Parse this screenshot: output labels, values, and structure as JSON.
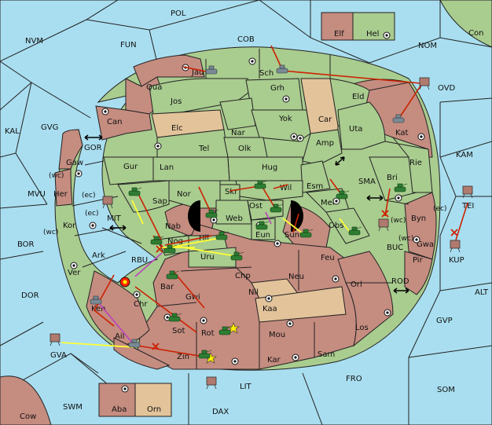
{
  "map": {
    "seas": [
      {
        "id": "POL",
        "label": "POL"
      },
      {
        "id": "NVM",
        "label": "NVM"
      },
      {
        "id": "FUN",
        "label": "FUN"
      },
      {
        "id": "COB",
        "label": "COB"
      },
      {
        "id": "NOM",
        "label": "NOM"
      },
      {
        "id": "KAL",
        "label": "KAL"
      },
      {
        "id": "GVG",
        "label": "GVG"
      },
      {
        "id": "MVU",
        "label": "MVU"
      },
      {
        "id": "BOR",
        "label": "BOR"
      },
      {
        "id": "DOR",
        "label": "DOR"
      },
      {
        "id": "GVA",
        "label": "GVA"
      },
      {
        "id": "SWM",
        "label": "SWM"
      },
      {
        "id": "DAX",
        "label": "DAX"
      },
      {
        "id": "LIT",
        "label": "LIT"
      },
      {
        "id": "FRO",
        "label": "FRO"
      },
      {
        "id": "SOM",
        "label": "SOM"
      },
      {
        "id": "GVP",
        "label": "GVP"
      },
      {
        "id": "ALT",
        "label": "ALT"
      },
      {
        "id": "KAM",
        "label": "KAM"
      },
      {
        "id": "OVD",
        "label": "OVD"
      },
      {
        "id": "KUP",
        "label": "KUP"
      },
      {
        "id": "TEI",
        "label": "TEI"
      },
      {
        "id": "GOR",
        "label": "GOR"
      },
      {
        "id": "MIT",
        "label": "MIT"
      },
      {
        "id": "RBU",
        "label": "RBU"
      },
      {
        "id": "SMA",
        "label": "SMA"
      },
      {
        "id": "BUC",
        "label": "BUC"
      },
      {
        "id": "ROD",
        "label": "ROD"
      }
    ],
    "corner_lands": [
      {
        "id": "Con",
        "label": "Con"
      },
      {
        "id": "Cow",
        "label": "Cow"
      }
    ],
    "inset_top": [
      {
        "id": "Elf",
        "label": "Elf"
      },
      {
        "id": "Hel",
        "label": "Hel"
      }
    ],
    "inset_bottom": [
      {
        "id": "Aba",
        "label": "Aba"
      },
      {
        "id": "Orn",
        "label": "Orn"
      }
    ],
    "provinces": [
      {
        "id": "Jad",
        "label": "Jad"
      },
      {
        "id": "Sch",
        "label": "Sch"
      },
      {
        "id": "Qua",
        "label": "Qua"
      },
      {
        "id": "Jos",
        "label": "Jos"
      },
      {
        "id": "Grh",
        "label": "Grh"
      },
      {
        "id": "Eld",
        "label": "Eld"
      },
      {
        "id": "Can",
        "label": "Can"
      },
      {
        "id": "Elc",
        "label": "Elc"
      },
      {
        "id": "Nar",
        "label": "Nar"
      },
      {
        "id": "Yok",
        "label": "Yok"
      },
      {
        "id": "Car",
        "label": "Car"
      },
      {
        "id": "Uta",
        "label": "Uta"
      },
      {
        "id": "Kat",
        "label": "Kat"
      },
      {
        "id": "Tel",
        "label": "Tel"
      },
      {
        "id": "Olk",
        "label": "Olk"
      },
      {
        "id": "Amp",
        "label": "Amp"
      },
      {
        "id": "Gaw",
        "label": "Gaw"
      },
      {
        "id": "Gur",
        "label": "Gur"
      },
      {
        "id": "Lan",
        "label": "Lan"
      },
      {
        "id": "Hug",
        "label": "Hug"
      },
      {
        "id": "Rie",
        "label": "Rie"
      },
      {
        "id": "Her",
        "label": "Her"
      },
      {
        "id": "Bri",
        "label": "Bri"
      },
      {
        "id": "Esm",
        "label": "Esm"
      },
      {
        "id": "Wil",
        "label": "Wil"
      },
      {
        "id": "Skr",
        "label": "Skr"
      },
      {
        "id": "Nor",
        "label": "Nor"
      },
      {
        "id": "Sap",
        "label": "Sap"
      },
      {
        "id": "Web",
        "label": "Web"
      },
      {
        "id": "Ost",
        "label": "Ost"
      },
      {
        "id": "Mel",
        "label": "Mel"
      },
      {
        "id": "Byn",
        "label": "Byn"
      },
      {
        "id": "Kor",
        "label": "Kor"
      },
      {
        "id": "Nab",
        "label": "Nab"
      },
      {
        "id": "Hil",
        "label": "Hil"
      },
      {
        "id": "Eun",
        "label": "Eun"
      },
      {
        "id": "Sun",
        "label": "Sun"
      },
      {
        "id": "Obs",
        "label": "Obs"
      },
      {
        "id": "Gwa",
        "label": "Gwa"
      },
      {
        "id": "Ark",
        "label": "Ark"
      },
      {
        "id": "Nog",
        "label": "Nog"
      },
      {
        "id": "Uru",
        "label": "Uru"
      },
      {
        "id": "Feu",
        "label": "Feu"
      },
      {
        "id": "Pir",
        "label": "Pir"
      },
      {
        "id": "Ver",
        "label": "Ver"
      },
      {
        "id": "Chp",
        "label": "Chp"
      },
      {
        "id": "Neu",
        "label": "Neu"
      },
      {
        "id": "Orl",
        "label": "Orl"
      },
      {
        "id": "Bar",
        "label": "Bar"
      },
      {
        "id": "Nil",
        "label": "Nil"
      },
      {
        "id": "Gwi",
        "label": "Gwi"
      },
      {
        "id": "Chr",
        "label": "Chr"
      },
      {
        "id": "Ken",
        "label": "Ken"
      },
      {
        "id": "Kaa",
        "label": "Kaa"
      },
      {
        "id": "Los",
        "label": "Los"
      },
      {
        "id": "Sot",
        "label": "Sot"
      },
      {
        "id": "Rot",
        "label": "Rot"
      },
      {
        "id": "Mou",
        "label": "Mou"
      },
      {
        "id": "Ail",
        "label": "Ail"
      },
      {
        "id": "Zin",
        "label": "Zin"
      },
      {
        "id": "Kar",
        "label": "Kar"
      },
      {
        "id": "Sam",
        "label": "Sam"
      }
    ],
    "coast_notes": {
      "gaw_wc": "(wc)",
      "her_ec": "(ec)",
      "kor_ec": "(ec)",
      "kor_wc": "(wc)",
      "byn_wc": "(wc)",
      "gwa_wc": "(wc)",
      "byn_ec": "(ec)"
    },
    "colors": {
      "sea": "#a9def0",
      "green": "#a9cc8f",
      "pink": "#c58c80",
      "tan": "#e3c39a",
      "arrow_red": "#cc2200",
      "arrow_yellow": "#ffff33",
      "arrow_purple": "#bb44bb",
      "army_green": "#2e7d32",
      "fleet_grey": "#7a8a94"
    }
  }
}
